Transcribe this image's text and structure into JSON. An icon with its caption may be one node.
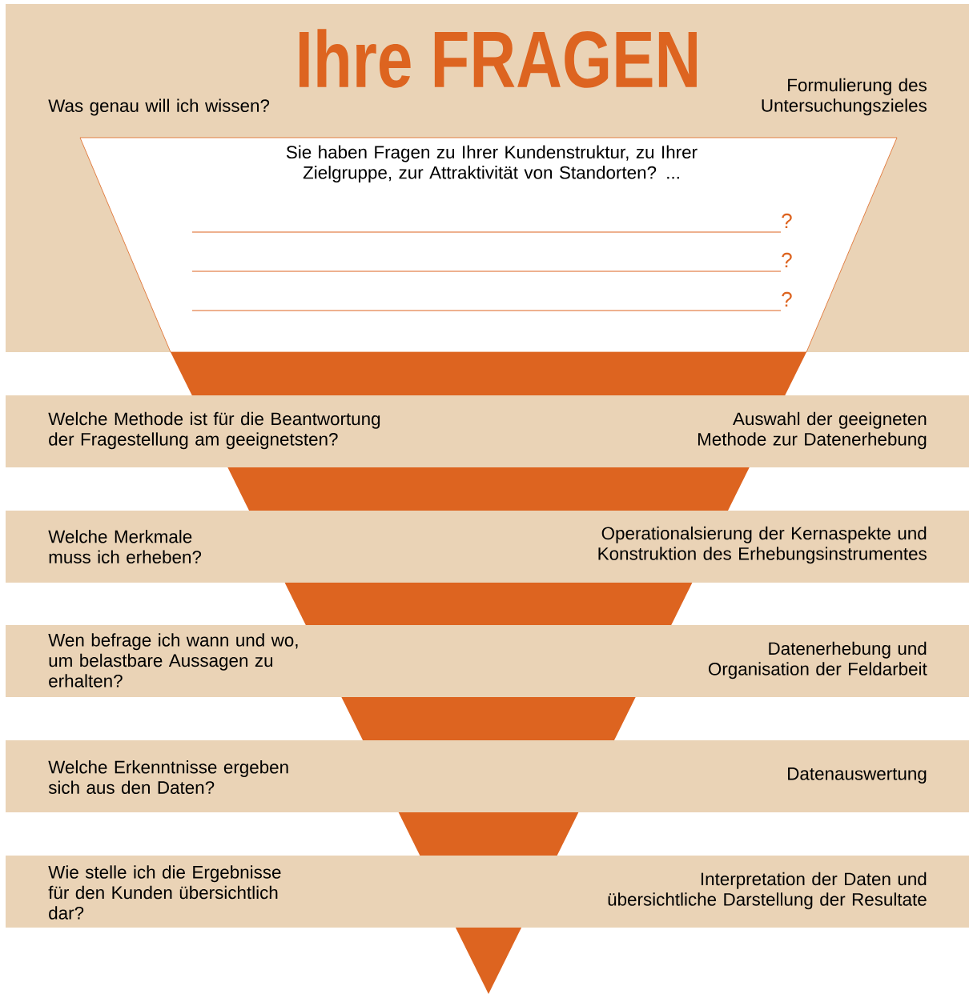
{
  "diagram": {
    "title": "Ihre FRAGEN",
    "nodes": [
      {
        "text": [
          "Was genau will ich wissen?",
          "Formulierung des Untersuchungszieles"
        ]
      },
      {
        "text": [
          "Sie haben Fragen zu Ihrer Kundenstruktur, zu Ihrer Zielgruppe, zur Attraktivität von Standorten? ..."
        ],
        "in": 0
      },
      {
        "text": [
          "Welche Methode ist für die Beantwortung der Fragestellung am geeignetsten?",
          "Auswahl der geeigneten Methode zur Datenerhebung"
        ]
      },
      {
        "text": [
          "Welche Merkmale muss ich erheben?",
          "Operationalsierung der Kernaspekte und Konstruktion des Erhebungsinstrumentes"
        ]
      },
      {
        "text": [
          "Wen befrage ich wann und wo, um belastbare Aussagen zu erhalten?",
          "Datenerhebung und Organisation der Feldarbeit"
        ]
      },
      {
        "text": [
          "Welche Erkenntnisse ergeben sich aus den Daten?",
          "Datenauswertung"
        ]
      },
      {
        "text": [
          "Wie stelle ich die Ergebnisse für den Kunden übersichtlich dar?",
          "Interpretation der Daten und übersichtliche Darstellung der Resultate"
        ]
      }
    ],
    "edges": [],
    "labels": [
      "?",
      "?",
      "?"
    ]
  }
}
